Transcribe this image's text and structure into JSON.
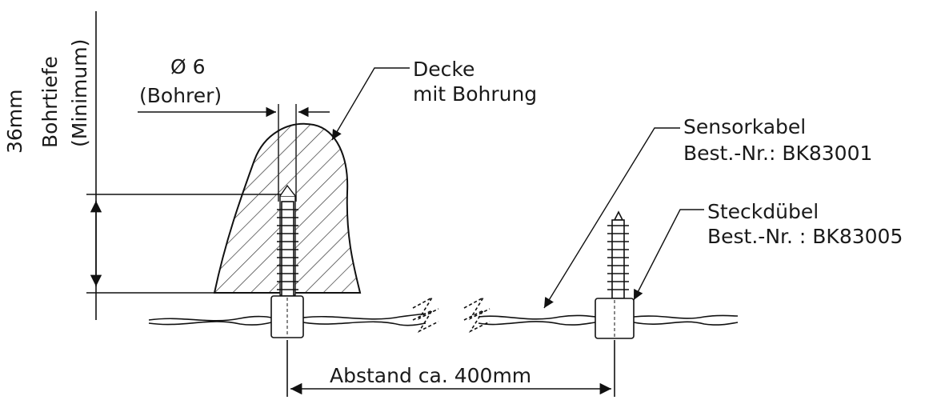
{
  "depth": {
    "value": "36mm",
    "label": "Bohrtiefe",
    "qualifier": "(Minimum)"
  },
  "drill": {
    "diameter": "Ø 6",
    "label": "(Bohrer)"
  },
  "ceiling": {
    "line1": "Decke",
    "line2": "mit Bohrung"
  },
  "cable": {
    "name": "Sensorkabel",
    "order": "Best.-Nr.: BK83001"
  },
  "dowel": {
    "name": "Steckdübel",
    "order": "Best.-Nr. : BK83005"
  },
  "spacing": {
    "label": "Abstand ca. 400mm"
  }
}
